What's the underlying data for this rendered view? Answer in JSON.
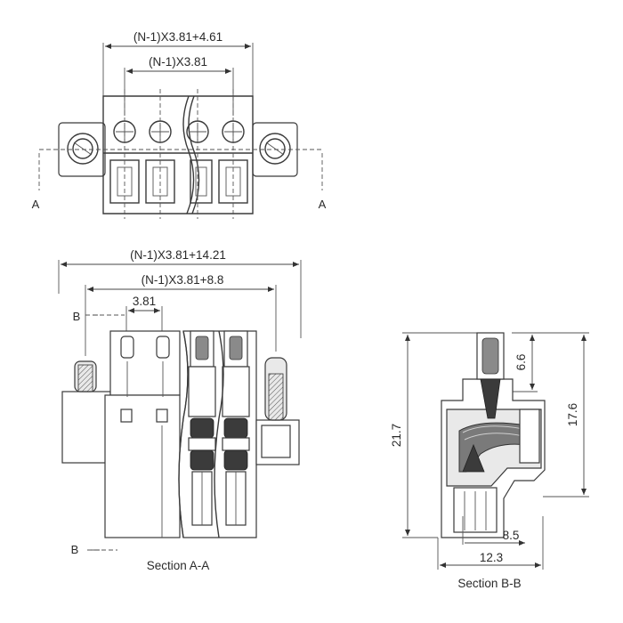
{
  "top_view": {
    "dim_overall": "(N-1)X3.81+4.61",
    "dim_pitch": "(N-1)X3.81",
    "section_mark_left": "A",
    "section_mark_right": "A"
  },
  "section_aa": {
    "dim_overall": "(N-1)X3.81+14.21",
    "dim_inner": "(N-1)X3.81+8.8",
    "dim_pitch": "3.81",
    "section_mark_top": "B",
    "section_mark_bottom": "B",
    "caption": "Section A-A"
  },
  "section_bb": {
    "dim_height_total": "21.7",
    "dim_height_body": "17.6",
    "dim_top": "6.6",
    "dim_depth_inner": "8.5",
    "dim_depth_base": "12.3",
    "caption": "Section B-B"
  }
}
